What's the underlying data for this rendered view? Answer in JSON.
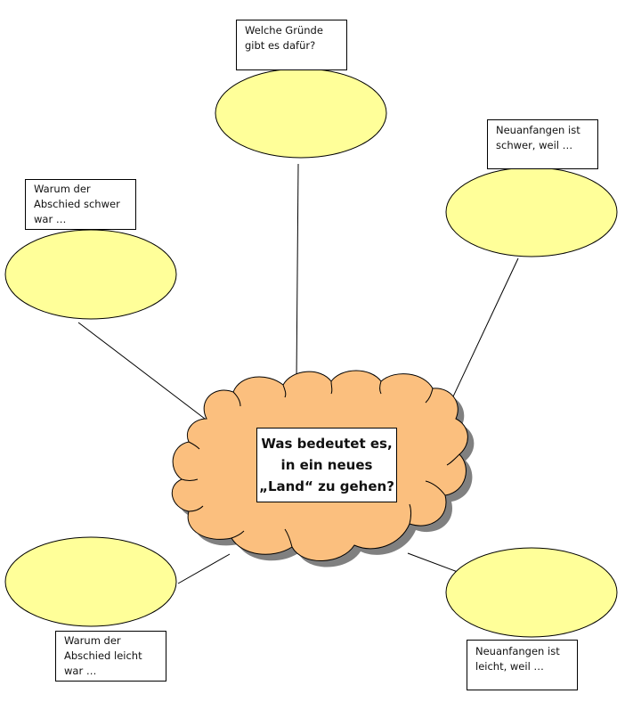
{
  "colors": {
    "ellipse_fill": "#FFFF99",
    "cloud_fill": "#FBBF7E",
    "cloud_shadow": "#808080",
    "stroke": "#000000"
  },
  "center": {
    "text": "Was bedeutet es,\nin ein neues\n„Land“ zu gehen?"
  },
  "branches": [
    {
      "id": "top",
      "label": "Welche Gründe\ngibt es dafür?"
    },
    {
      "id": "upper-left",
      "label": "Warum der\nAbschied schwer\nwar …"
    },
    {
      "id": "upper-right",
      "label": "Neuanfangen ist\nschwer, weil …"
    },
    {
      "id": "lower-left",
      "label": "Warum der\nAbschied leicht\nwar …"
    },
    {
      "id": "lower-right",
      "label": "Neuanfangen ist\nleicht, weil …"
    }
  ]
}
